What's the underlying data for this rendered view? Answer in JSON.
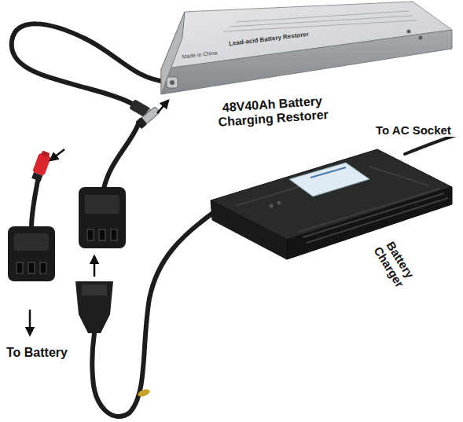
{
  "diagram": {
    "labels": [
      "Lead-acid Battery Restorer",
      "Made in China",
      "48V40Ah Battery Charging Restorer",
      "To AC Socket",
      "Battery Charger",
      "To Battery"
    ]
  }
}
